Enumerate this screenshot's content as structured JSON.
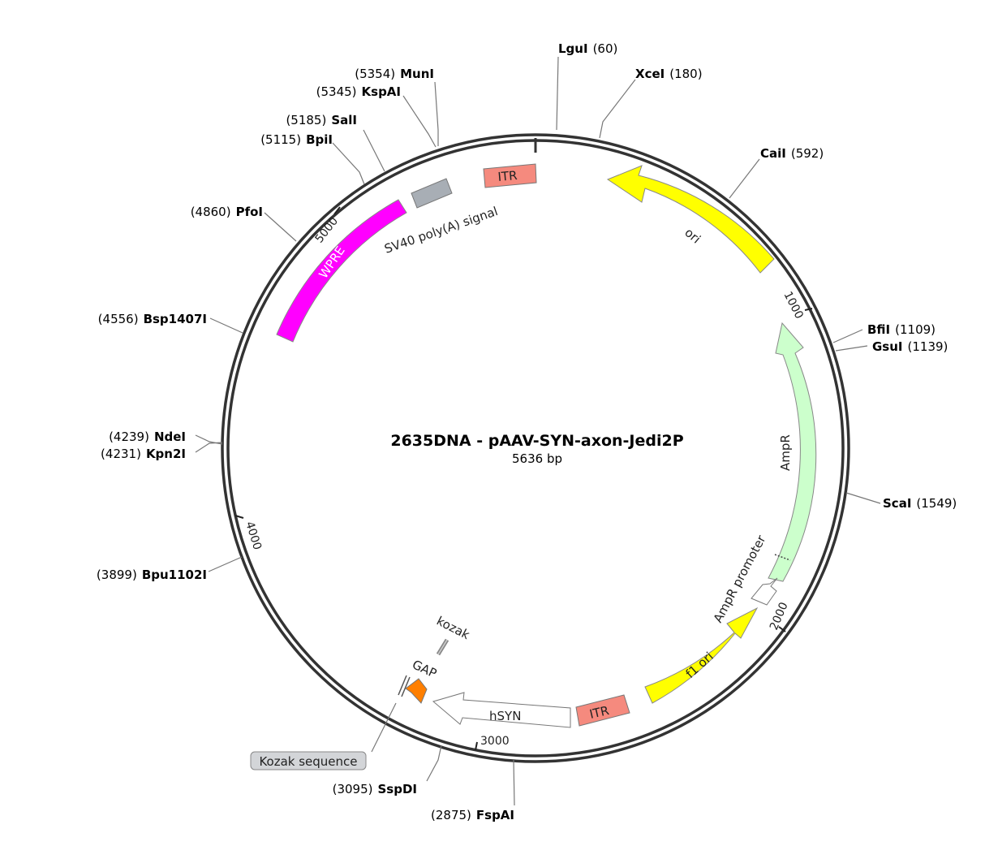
{
  "plasmid": {
    "name": "2635DNA - pAAV-SYN-axon-Jedi2P",
    "length_label": "5636 bp",
    "length": 5636
  },
  "ticks": [
    {
      "pos": 1000,
      "label": "1000"
    },
    {
      "pos": 2000,
      "label": "2000"
    },
    {
      "pos": 3000,
      "label": "3000"
    },
    {
      "pos": 4000,
      "label": "4000"
    },
    {
      "pos": 5000,
      "label": "5000"
    }
  ],
  "sites": [
    {
      "name": "LguI",
      "pos_label": "(60)",
      "pos": 60
    },
    {
      "name": "XceI",
      "pos_label": "(180)",
      "pos": 180
    },
    {
      "name": "CaiI",
      "pos_label": "(592)",
      "pos": 592
    },
    {
      "name": "BfiI",
      "pos_label": "(1109)",
      "pos": 1109
    },
    {
      "name": "GsuI",
      "pos_label": "(1139)",
      "pos": 1139
    },
    {
      "name": "ScaI",
      "pos_label": "(1549)",
      "pos": 1549
    },
    {
      "name": "FspAI",
      "pos_label": "(2875)",
      "pos": 2875
    },
    {
      "name": "SspDI",
      "pos_label": "(3095)",
      "pos": 3095
    },
    {
      "name": "Bpu1102I",
      "pos_label": "(3899)",
      "pos": 3899
    },
    {
      "name": "Kpn2I",
      "pos_label": "(4231)",
      "pos": 4231
    },
    {
      "name": "NdeI",
      "pos_label": "(4239)",
      "pos": 4239
    },
    {
      "name": "Bsp1407I",
      "pos_label": "(4556)",
      "pos": 4556
    },
    {
      "name": "PfoI",
      "pos_label": "(4860)",
      "pos": 4860
    },
    {
      "name": "BpiI",
      "pos_label": "(5115)",
      "pos": 5115
    },
    {
      "name": "SalI",
      "pos_label": "(5185)",
      "pos": 5185
    },
    {
      "name": "KspAI",
      "pos_label": "(5345)",
      "pos": 5345
    },
    {
      "name": "MunI",
      "pos_label": "(5354)",
      "pos": 5354
    }
  ],
  "features": [
    {
      "name": "ori",
      "label": "ori",
      "color": "#ffff00",
      "shape": "arrow-ccw"
    },
    {
      "name": "AmpR",
      "label": "AmpR",
      "color": "#ccffcc",
      "shape": "arrow-ccw"
    },
    {
      "name": "AmpR-promoter",
      "label": "AmpR promoter",
      "color": "#ffffff",
      "shape": "arrow-ccw"
    },
    {
      "name": "f1-ori",
      "label": "f1 ori",
      "color": "#ffff00",
      "shape": "arrow-cw"
    },
    {
      "name": "ITR-bottom",
      "label": "ITR",
      "color": "#f58a7e",
      "shape": "box"
    },
    {
      "name": "hSYN",
      "label": "hSYN",
      "color": "#ffffff",
      "shape": "arrow-ccw"
    },
    {
      "name": "GAP",
      "label": "GAP",
      "color": "#ff7f00",
      "shape": "arrow-ccw"
    },
    {
      "name": "kozak",
      "label": "kozak",
      "color": "#999999",
      "shape": "mark"
    },
    {
      "name": "WPRE",
      "label": "WPRE",
      "color": "#ff00ff",
      "shape": "box"
    },
    {
      "name": "SV40-polyA",
      "label": "SV40 poly(A) signal",
      "color": "#a8aeb5",
      "shape": "box"
    },
    {
      "name": "ITR-top",
      "label": "ITR",
      "color": "#f58a7e",
      "shape": "box"
    }
  ],
  "callout": {
    "label": "Kozak sequence"
  }
}
